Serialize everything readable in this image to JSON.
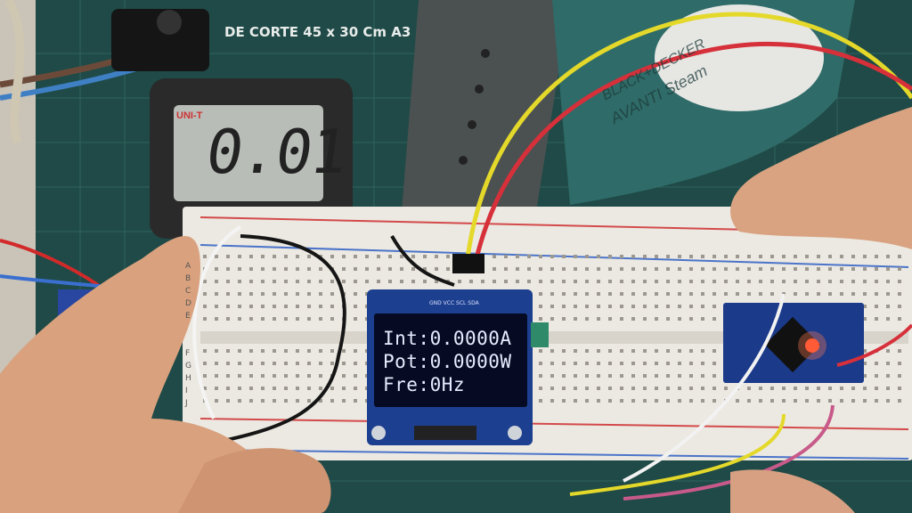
{
  "cutting_mat": {
    "label": "DE CORTE 45 x 30 Cm A3"
  },
  "multimeter": {
    "brand": "UNI-T",
    "reading": "0.01"
  },
  "iron": {
    "brand": "BLACK+DECKER",
    "model": "AVANTI Steam"
  },
  "oled": {
    "pins_label": "GND VCC SCL SDA",
    "lines": [
      "Int:0.0000A",
      "Pot:0.0000W",
      "Fre:0Hz"
    ]
  },
  "breadboard": {
    "row_letters": [
      "A",
      "B",
      "C",
      "D",
      "E",
      "F",
      "G",
      "H",
      "I",
      "J"
    ]
  },
  "colors": {
    "mat": "#1f4a47",
    "breadboard": "#ece9e2",
    "oled_pcb": "#1d3f8f",
    "arduino": "#1b3a8a",
    "wire_yellow": "#e4d92a",
    "wire_red": "#d6303a"
  }
}
